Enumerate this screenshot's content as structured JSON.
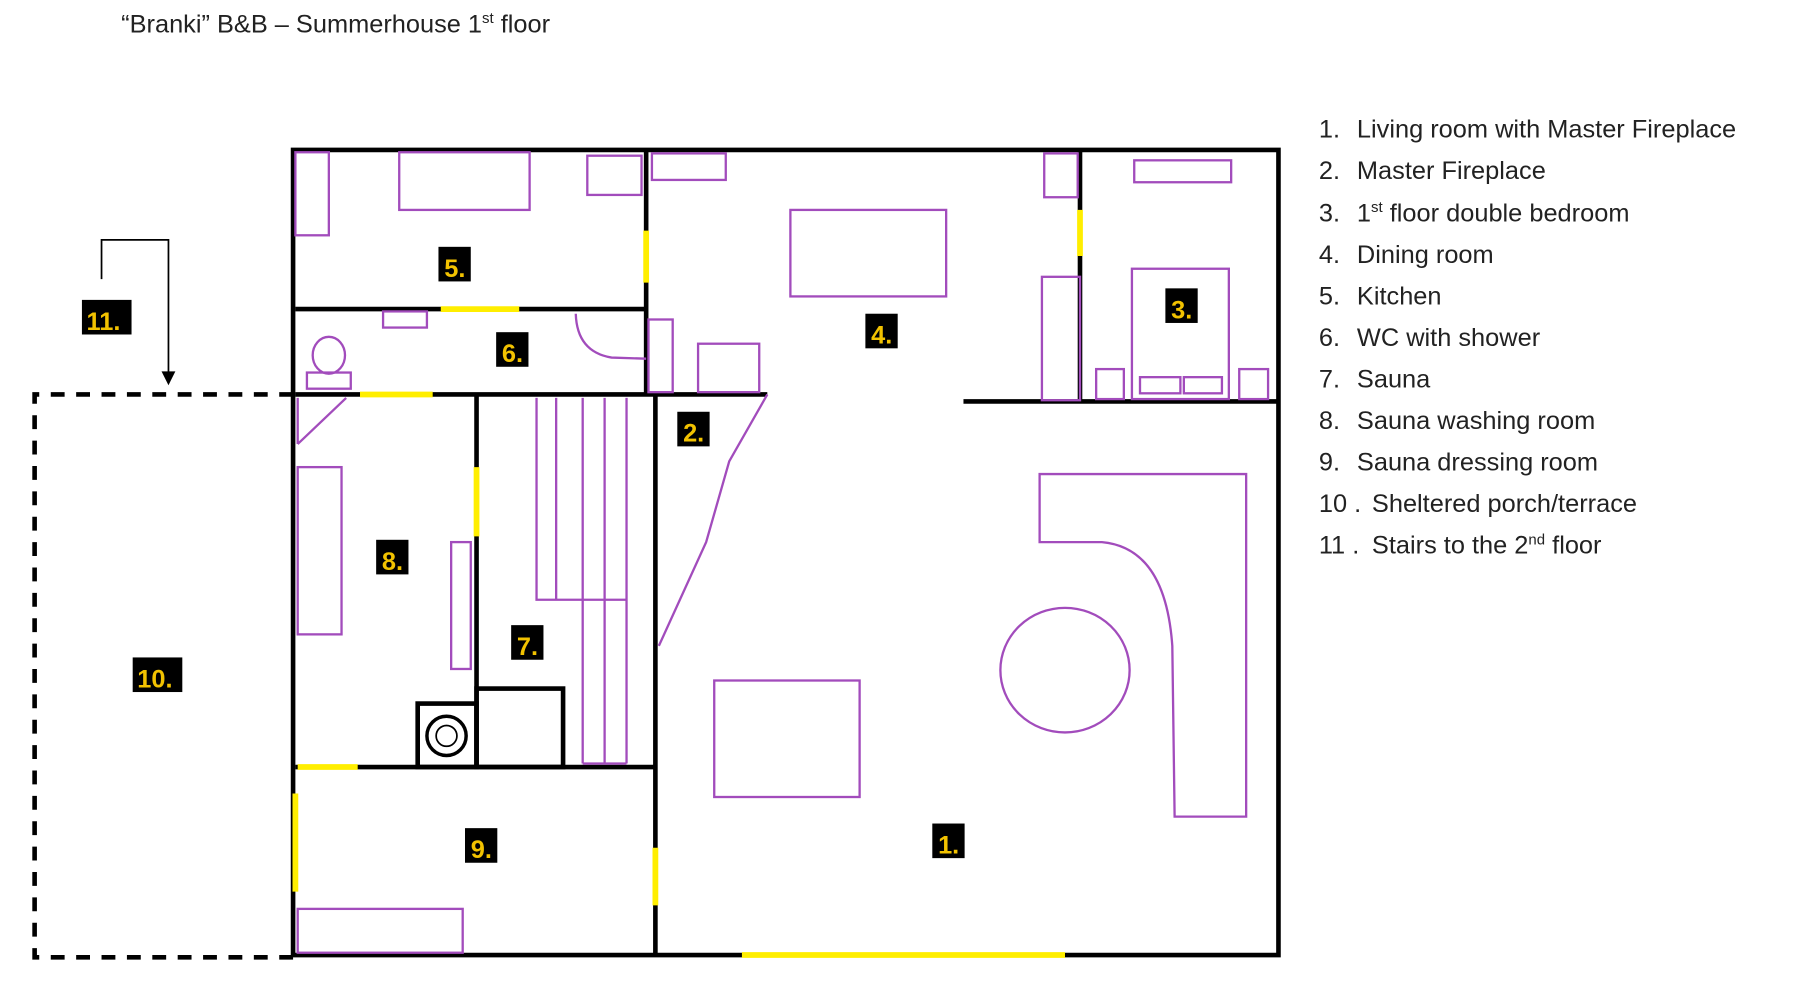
{
  "title": {
    "main": "“Branki” B&B – Summerhouse 1",
    "sup": "st",
    "tail": " floor"
  },
  "room_labels": [
    "1.",
    "2.",
    "3.",
    "4.",
    "5.",
    "6.",
    "7.",
    "8.",
    "9.",
    "10.",
    "11."
  ],
  "legend": [
    {
      "num": "1.",
      "text": "Living room with Master Fireplace"
    },
    {
      "num": "2.",
      "text": "Master Fireplace"
    },
    {
      "num": "3.",
      "text": "1",
      "sup": "st",
      "tail": " floor double bedroom"
    },
    {
      "num": "4.",
      "text": "Dining room"
    },
    {
      "num": "5.",
      "text": "Kitchen"
    },
    {
      "num": "6.",
      "text": "WC with shower"
    },
    {
      "num": "7.",
      "text": "Sauna"
    },
    {
      "num": "8.",
      "text": "Sauna washing room"
    },
    {
      "num": "9.",
      "text": "Sauna dressing room"
    },
    {
      "num": "10 .",
      "text": "Sheltered porch/terrace"
    },
    {
      "num": "11 .",
      "text": "Stairs to the 2",
      "sup": "nd",
      "tail": " floor"
    }
  ],
  "colors": {
    "wall": "#000000",
    "door": "#ffee00",
    "furniture": "#a24cbc",
    "label_text": "#f2c200"
  }
}
